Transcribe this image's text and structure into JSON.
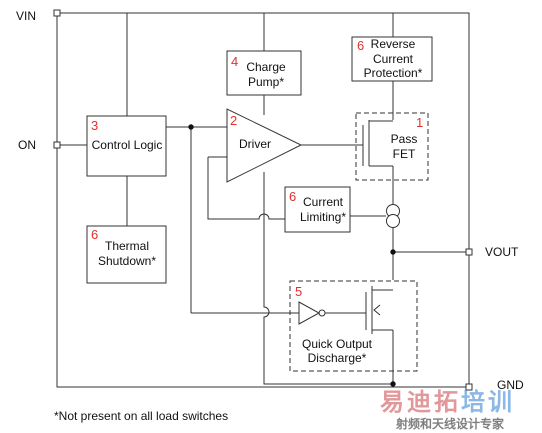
{
  "diagram": {
    "accent_color": "#e03030",
    "pins": {
      "vin": "VIN",
      "on": "ON",
      "vout": "VOUT",
      "gnd": "GND"
    },
    "blocks": {
      "reverse_current": {
        "number": "6",
        "line1": "Reverse",
        "line2": "Current",
        "line3": "Protection*"
      },
      "charge_pump": {
        "number": "4",
        "line1": "Charge",
        "line2": "Pump*"
      },
      "control_logic": {
        "number": "3",
        "label": "Control Logic"
      },
      "driver": {
        "number": "2",
        "label": "Driver"
      },
      "pass_fet": {
        "number": "1",
        "line1": "Pass",
        "line2": "FET"
      },
      "current_limiting": {
        "number": "6",
        "line1": "Current",
        "line2": "Limiting*"
      },
      "thermal_shutdown": {
        "number": "6",
        "line1": "Thermal",
        "line2": "Shutdown*"
      },
      "quick_output_discharge": {
        "number": "5",
        "line1": "Quick Output",
        "line2": "Discharge*"
      }
    },
    "footnote": "*Not present on all load switches"
  },
  "watermark": {
    "chars": [
      "易",
      "迪",
      "拓",
      "培",
      "训"
    ],
    "subtitle": "射频和天线设计专家"
  }
}
